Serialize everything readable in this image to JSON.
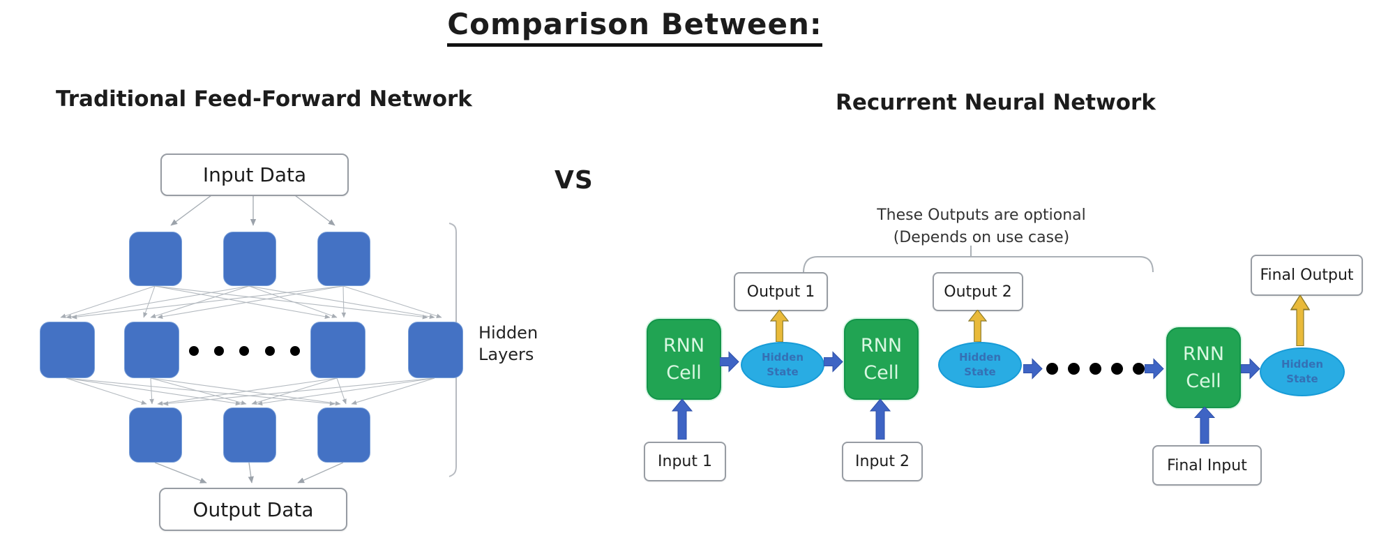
{
  "title": "Comparison Between:",
  "vs_label": "VS",
  "ffn": {
    "heading": "Traditional Feed-Forward Network",
    "input_box": "Input Data",
    "output_box": "Output Data",
    "bracket_label_line1": "Hidden",
    "bracket_label_line2": "Layers"
  },
  "rnn": {
    "heading": "Recurrent Neural Network",
    "note_line1": "These Outputs are optional",
    "note_line2": "(Depends on use case)",
    "cell_line1": "RNN",
    "cell_line2": "Cell",
    "state_line1": "Hidden",
    "state_line2": "State",
    "outputs": [
      "Output 1",
      "Output 2",
      "Final Output"
    ],
    "inputs": [
      "Input 1",
      "Input 2",
      "Final Input"
    ]
  },
  "colors": {
    "node_blue": "#4472C4",
    "cell_green": "#21A453",
    "state_cyan": "#29ACE3",
    "arrow_blue": "#3E64C4",
    "arrow_gold": "#E9BA3A",
    "line_gray": "#98A0A8"
  }
}
